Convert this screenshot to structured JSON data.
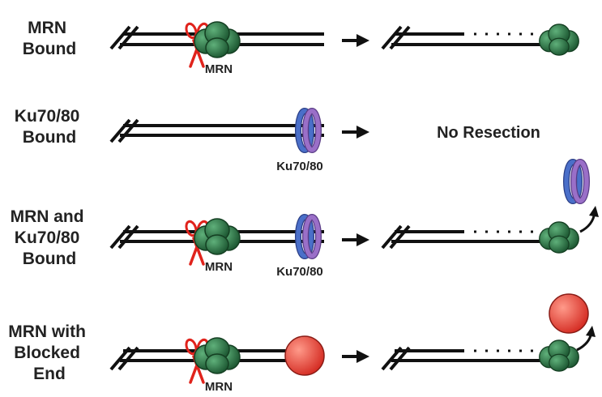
{
  "rows": [
    {
      "label_lines": [
        "MRN",
        "Bound"
      ],
      "mrn_label": "MRN",
      "result": "resection"
    },
    {
      "label_lines": [
        "Ku70/80",
        "Bound"
      ],
      "ku_label": "Ku70/80",
      "result_text": "No Resection"
    },
    {
      "label_lines": [
        "MRN and",
        "Ku70/80",
        "Bound"
      ],
      "mrn_label": "MRN",
      "ku_label": "Ku70/80",
      "result": "resection-ku-released"
    },
    {
      "label_lines": [
        "MRN with",
        "Blocked",
        "End"
      ],
      "mrn_label": "MRN",
      "result": "resection-block-released"
    }
  ],
  "colors": {
    "mrn": "#2f7d4a",
    "mrn_dark": "#1b5530",
    "ku_blue": "#4a6fc9",
    "ku_purple": "#9a6fc8",
    "block": "#e8433a",
    "scissors": "#e0231c",
    "line": "#111111"
  },
  "icons": [
    "scissors-icon",
    "mrn-complex-icon",
    "ku-ring-icon",
    "blocking-protein-icon",
    "arrow-right-icon",
    "curved-release-arrow-icon"
  ]
}
